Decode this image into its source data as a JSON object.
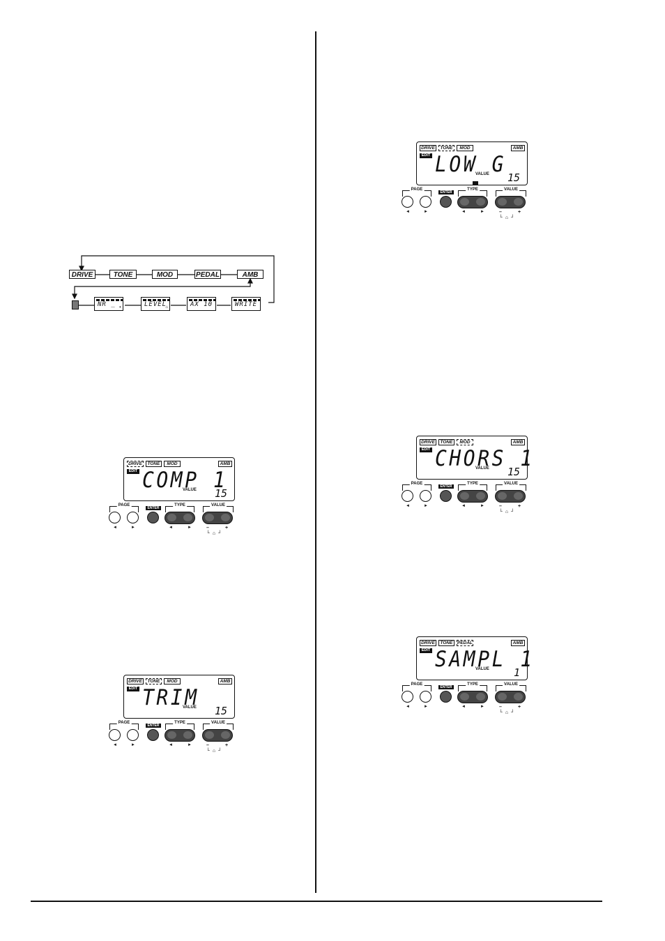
{
  "flow": {
    "boxes": [
      "DRIVE",
      "TONE",
      "MOD",
      "PEDAL",
      "AMB"
    ],
    "minis": [
      "NR _",
      "LEVEL",
      "AX 10",
      "WRITE"
    ]
  },
  "controls": {
    "page": "PAGE",
    "enter": "ENTER",
    "type": "TYPE",
    "value": "VALUE",
    "left_arrow": "◄",
    "right_arrow": "►",
    "minus": "–",
    "plus": "+",
    "bracket": "└ ⌂ ┘"
  },
  "lcd_labels": {
    "drive": "DRIVE",
    "tone": "TONE",
    "mod": "MOD",
    "amb": "AMB",
    "pedal": "PEDAL",
    "edit": "EDIT",
    "value": "VALUE"
  },
  "units": [
    {
      "id": "comp",
      "main": "COMP  1",
      "number": "15",
      "fourth": "MOD",
      "selected": "drive"
    },
    {
      "id": "trim",
      "main": "TRIM",
      "number": "15",
      "fourth": "MOD",
      "selected": "tone"
    },
    {
      "id": "lowg",
      "main": "LOW G",
      "number": "15",
      "fourth": "MOD",
      "selected": "tone"
    },
    {
      "id": "chors",
      "main": "CHORS 1",
      "number": "15",
      "fourth": "MOD",
      "selected": "mod"
    },
    {
      "id": "sampl",
      "main": "SAMPL 1",
      "number": "1",
      "fourth": "PEDAL",
      "selected": "pedal"
    }
  ]
}
